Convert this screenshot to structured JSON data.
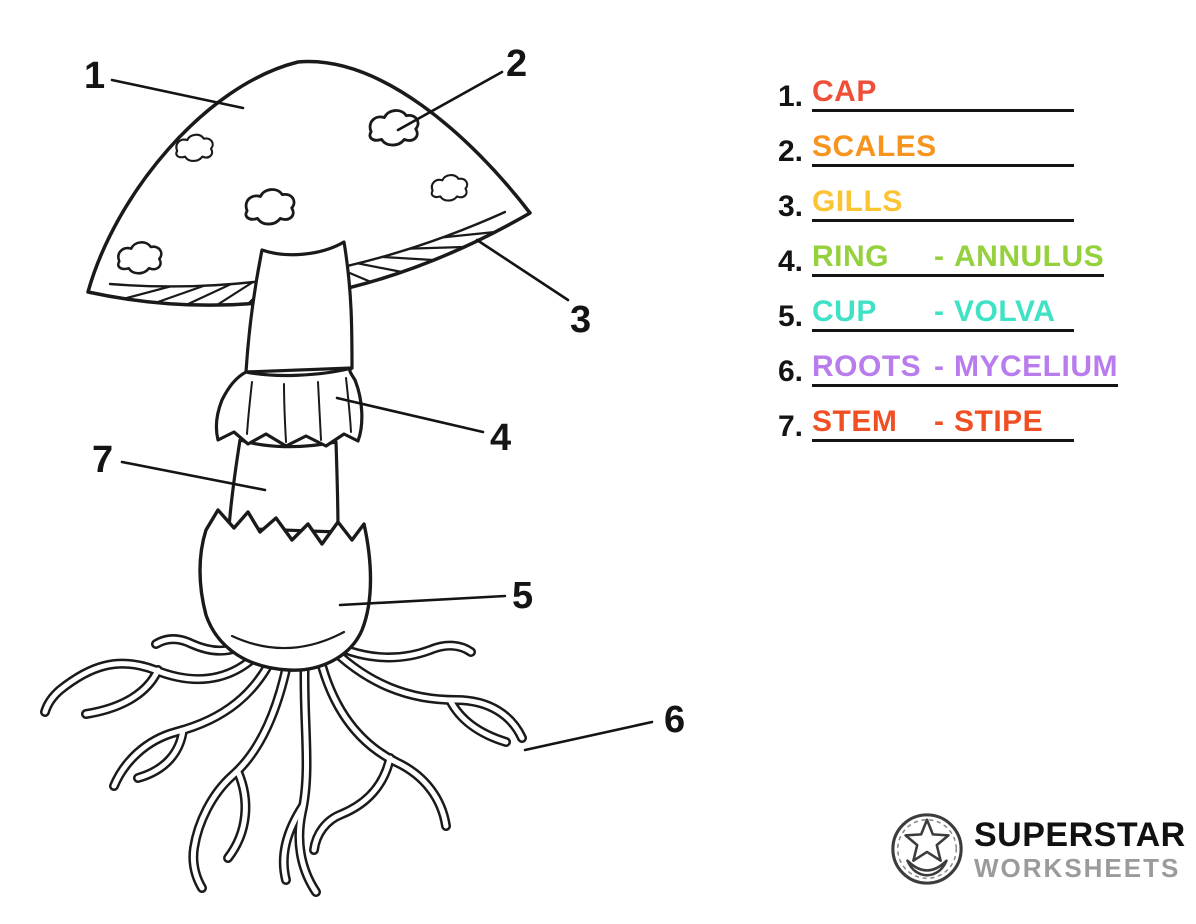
{
  "page": {
    "background": "#ffffff",
    "ink": "#1a1a1a"
  },
  "diagram": {
    "labels": [
      "1",
      "2",
      "3",
      "4",
      "5",
      "6",
      "7"
    ]
  },
  "answer_key": {
    "items": [
      {
        "number": "1.",
        "term": "CAP",
        "color": "#f04e37"
      },
      {
        "number": "2.",
        "term": "SCALES",
        "color": "#f7941e"
      },
      {
        "number": "3.",
        "term": "GILLS",
        "color": "#fbc432"
      },
      {
        "number": "4.",
        "term": "RING",
        "separator": "-",
        "alt": "ANNULUS",
        "color": "#94d13d"
      },
      {
        "number": "5.",
        "term": "CUP",
        "separator": "-",
        "alt": "VOLVA",
        "color": "#3fe2c5"
      },
      {
        "number": "6.",
        "term": "ROOTS",
        "separator": "-",
        "alt": "MYCELIUM",
        "color": "#b87ced"
      },
      {
        "number": "7.",
        "term": "STEM",
        "separator": "-",
        "alt": "STIPE",
        "color": "#f04e23"
      }
    ]
  },
  "logo": {
    "title": "SUPERSTAR",
    "subtitle": "WORKSHEETS"
  }
}
